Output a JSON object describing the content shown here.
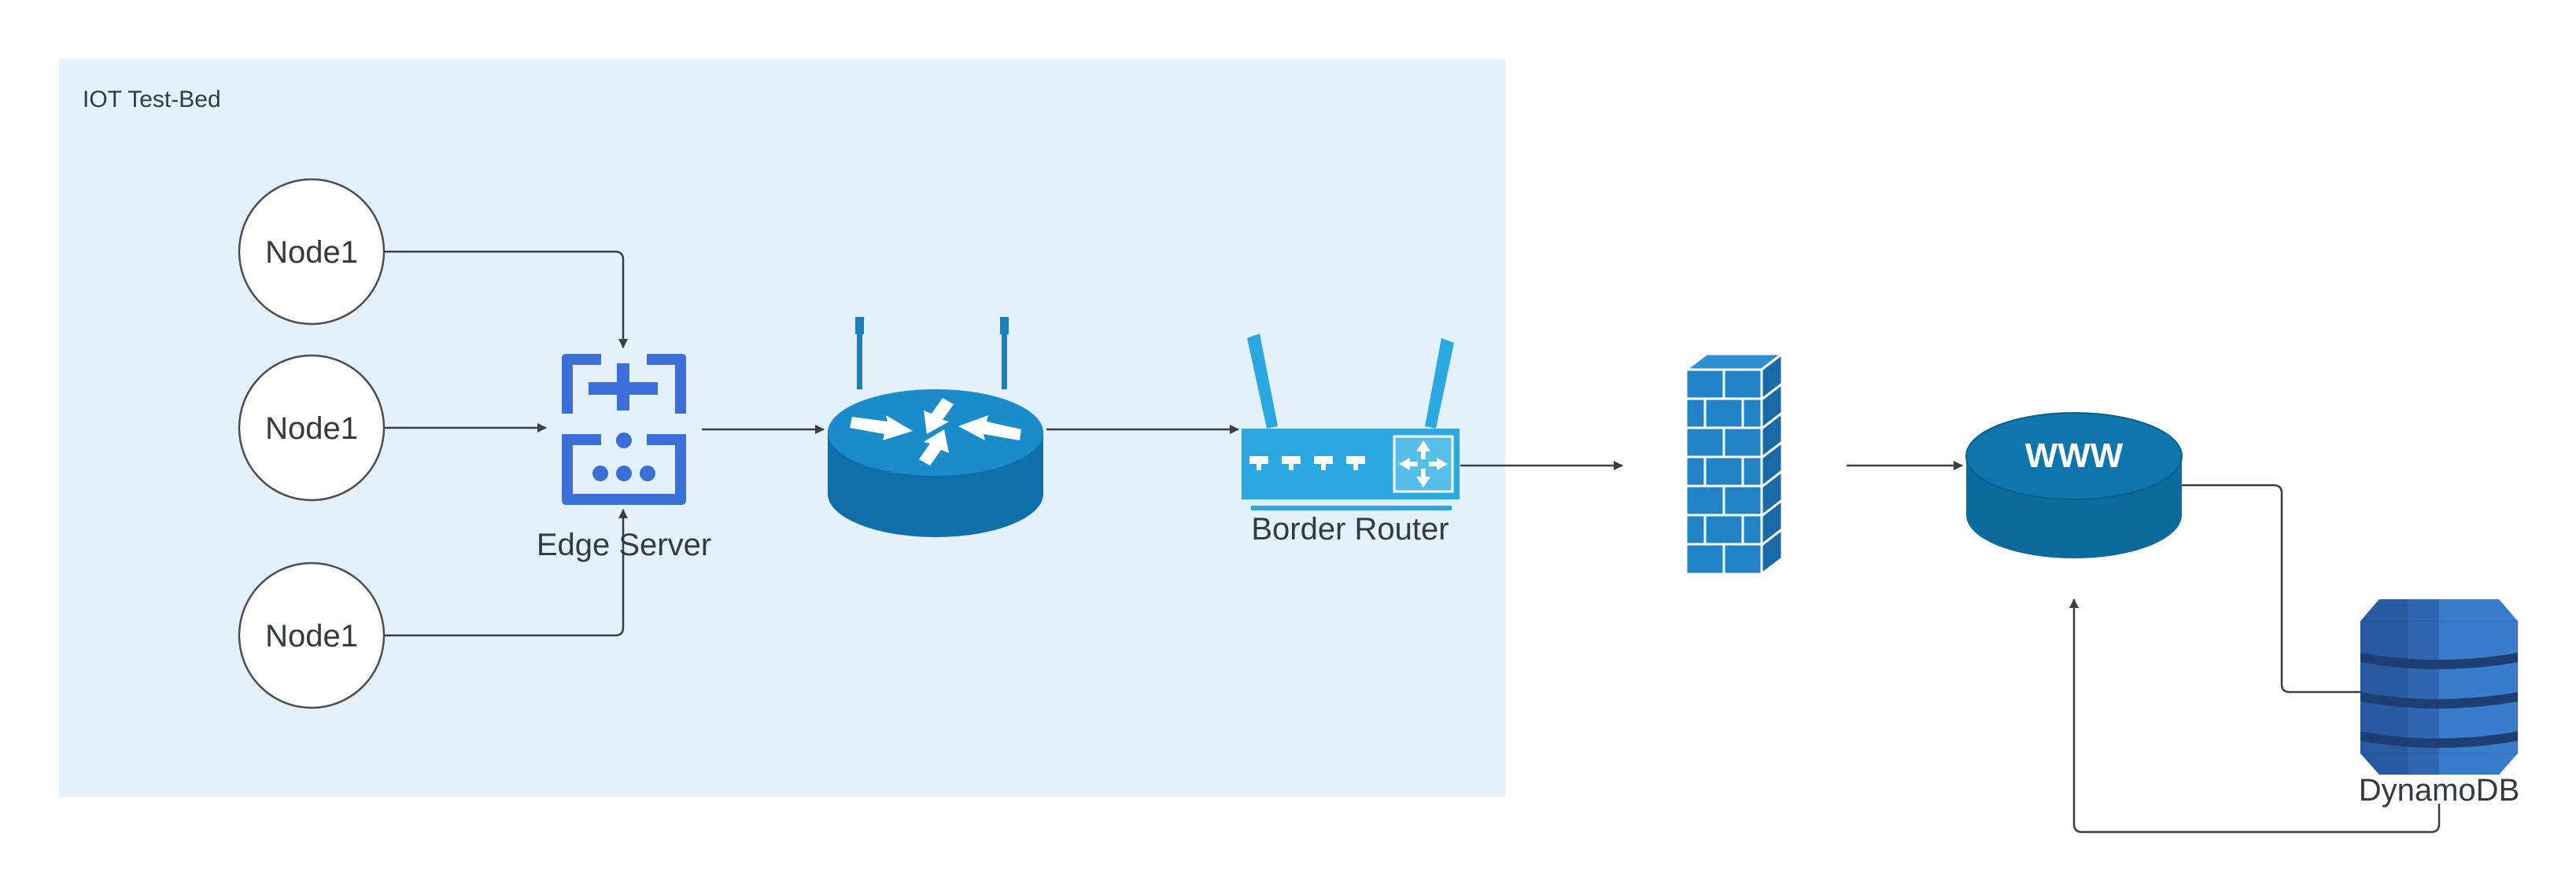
{
  "container": {
    "label": "IOT Test-Bed",
    "fill": "#e2f1fc"
  },
  "nodes": [
    {
      "label": "Node1"
    },
    {
      "label": "Node1"
    },
    {
      "label": "Node1"
    }
  ],
  "devices": {
    "edge_server": {
      "label": "Edge Server",
      "icon": "edge-server-icon",
      "color": "#3b6fd8"
    },
    "router": {
      "icon": "router-icon",
      "color": "#1681bf"
    },
    "border_router": {
      "label": "Border Router",
      "icon": "wireless-router-icon",
      "color": "#2aa9e0"
    },
    "firewall": {
      "icon": "firewall-icon",
      "color": "#1f73b7"
    },
    "www": {
      "label": "WWW",
      "icon": "www-cloud-icon",
      "color": "#0d6a9c"
    },
    "dynamodb": {
      "label": "DynamoDB",
      "icon": "dynamodb-icon",
      "color": "#2f66b0"
    }
  },
  "colors": {
    "edge": "#3a3f46",
    "node_stroke": "#4a4f55"
  }
}
